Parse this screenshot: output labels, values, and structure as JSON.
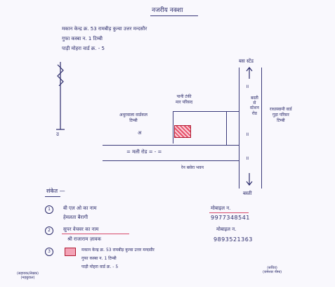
{
  "title": "नजरीय नक्शा",
  "header": {
    "line1": "मकान  केन्द्र  क्र. 53  रामबीड़  कुन्वा  उत्तर  मन्दसौर",
    "line2": "गुफा   कस्बा   न. 1      टिम्बी",
    "line3": "पाड़ी   मोहरा   वार्ड   क्र. - 5"
  },
  "map": {
    "north_label": "उ",
    "top_road_label": "बस स्टेंड",
    "pani_tanki_label": "पानी टंकी\nमार परिसद",
    "right_road_label": "बस्ती\nसे\nस्टेशन\nरोड",
    "right_area_label": "राधास्वामी वार्ड\nगुड़ा परिसर\nटिम्बी",
    "left_area_label": "अधुरवाला वार्डकल\nटिम्बी",
    "a_label": "अ",
    "road_label": "= मली रोड = - =",
    "ren_basera_label": "रेन बसेरा भवन",
    "bottom_label": "बस्ती",
    "road_marks": [
      "॥",
      "॥",
      "॥",
      "॥"
    ]
  },
  "legend": {
    "heading": "संकेत —",
    "items": [
      {
        "num": "1",
        "name_label": "बी एल ओ का नाम",
        "name": "हेमलता बैरागी",
        "phone_label": "मोबाइल न.",
        "phone": "9977348541"
      },
      {
        "num": "2",
        "name_label": "सुपर वेचवर का नाम",
        "name": "श्री राजाराम ज़ावक",
        "phone_label": "मोबाइल न.",
        "phone": "9893521363"
      },
      {
        "num": "3",
        "desc1": "मकान  केन्द्र  क्र. 53  रामबीड़  कुन्वा  उत्तर  मन्दसौर",
        "desc2": "गुफा   कस्बा   न. 1     टिम्बी",
        "desc3": "पाड़ी   मोहरा   वार्ड   क्र. - 5"
      }
    ]
  },
  "signatures": {
    "left": "(सहायक/लेखक)\n(महबुवाल)",
    "right": "(सचिव)\n(रामेश्वर नीमा)"
  }
}
